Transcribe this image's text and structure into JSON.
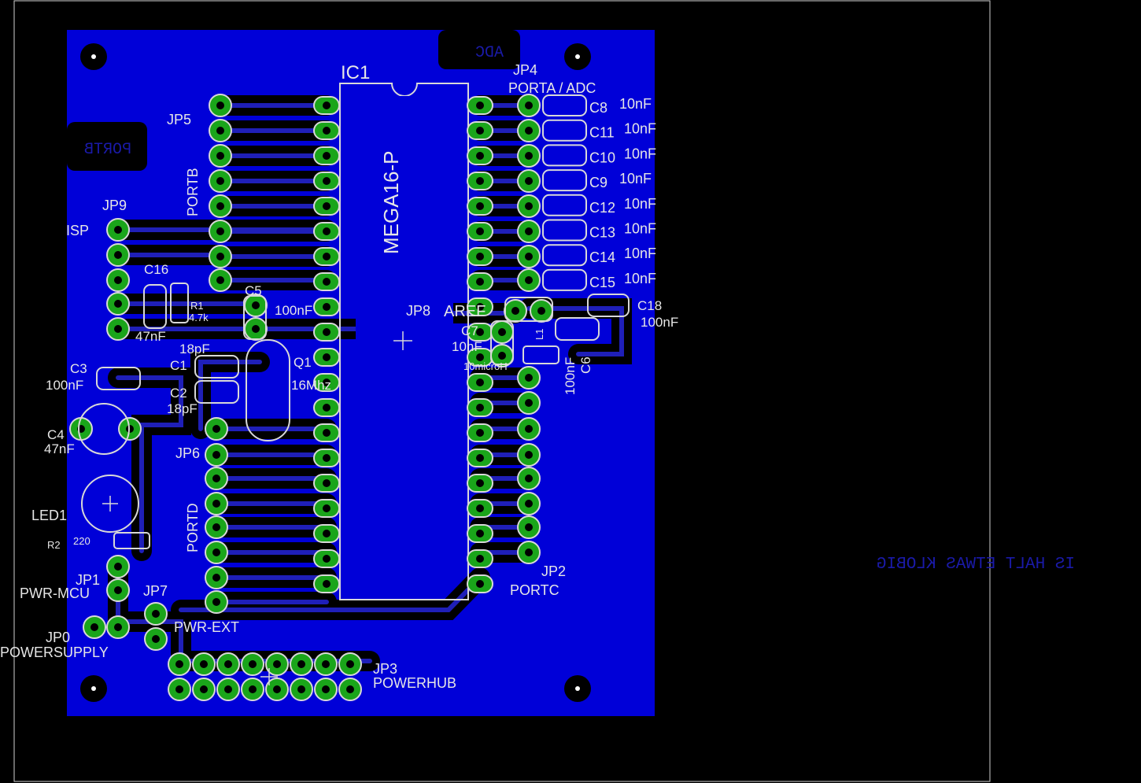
{
  "colors": {
    "background": "#000000",
    "copper_bottom": "#0000d8",
    "trace": "#1f1fb8",
    "pad": "#1aa51a",
    "silkscreen": "#d8d8d8",
    "mirrored_text": "#1a1aa8"
  },
  "ic1": {
    "name": "IC1",
    "value": "MEGA16-P"
  },
  "connectors": {
    "jp0": {
      "name": "JP0",
      "value": "POWERSUPPLY"
    },
    "jp1": {
      "name": "JP1",
      "value": "PWR-MCU"
    },
    "jp2": {
      "name": "JP2",
      "value": "PORTC"
    },
    "jp3": {
      "name": "JP3",
      "value": "POWERHUB"
    },
    "jp4": {
      "name": "JP4",
      "value": "PORTA / ADC"
    },
    "jp5": {
      "name": "JP5",
      "value": "PORTB"
    },
    "jp6": {
      "name": "JP6",
      "value": "PORTD"
    },
    "jp7": {
      "name": "JP7",
      "value": "PWR-EXT"
    },
    "jp8": {
      "name": "JP8",
      "value": "AREF"
    },
    "jp9": {
      "name": "JP9",
      "value": "ISP"
    }
  },
  "filter_caps": [
    {
      "name": "C8",
      "value": "10nF"
    },
    {
      "name": "C11",
      "value": "10nF"
    },
    {
      "name": "C10",
      "value": "10nF"
    },
    {
      "name": "C9",
      "value": "10nF"
    },
    {
      "name": "C12",
      "value": "10nF"
    },
    {
      "name": "C13",
      "value": "10nF"
    },
    {
      "name": "C14",
      "value": "10nF"
    },
    {
      "name": "C15",
      "value": "10nF"
    }
  ],
  "parts": {
    "c1": {
      "name": "C1",
      "value": "18pF"
    },
    "c2": {
      "name": "C2",
      "value": "18pF"
    },
    "c3": {
      "name": "C3",
      "value": "100nF"
    },
    "c4": {
      "name": "C4",
      "value": "47nF"
    },
    "c5": {
      "name": "C5",
      "value": "100nF"
    },
    "c6": {
      "name": "C6",
      "value": "100nF"
    },
    "c7": {
      "name": "C7",
      "value": "10nF"
    },
    "c16": {
      "name": "C16",
      "value": "47nF"
    },
    "c18": {
      "name": "C18",
      "value": "100nF"
    },
    "r1": {
      "name": "R1",
      "value": "4.7k"
    },
    "r2": {
      "name": "R2",
      "value": "220"
    },
    "q1": {
      "name": "Q1",
      "value": "16Mhz"
    },
    "l1": {
      "name": "L1",
      "value": "10microH"
    },
    "led1": {
      "name": "LED1"
    }
  },
  "mirrored_text": {
    "adc": "ADC",
    "portb": "PORTB",
    "signature": "IS HALT ETWAS KLOBIG"
  }
}
